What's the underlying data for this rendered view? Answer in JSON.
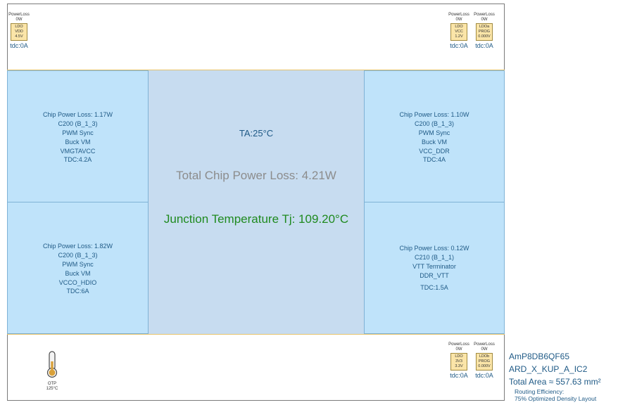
{
  "top_left_component": {
    "power_loss_label": "PowerLoss",
    "power_loss_value": "0W",
    "lines": [
      "LDO",
      "VDD",
      "4.5V"
    ],
    "tdc": "tdc:0A"
  },
  "top_right_components": [
    {
      "power_loss_label": "PowerLoss",
      "power_loss_value": "0W",
      "lines": [
        "LDO",
        "VCC",
        "1.2V"
      ],
      "tdc": "tdc:0A"
    },
    {
      "power_loss_label": "PowerLoss",
      "power_loss_value": "0W",
      "lines": [
        "LDOa",
        "PROG",
        "0.000V"
      ],
      "tdc": "tdc:0A"
    }
  ],
  "bottom_right_components": [
    {
      "power_loss_label": "PowerLoss",
      "power_loss_value": "0W",
      "lines": [
        "LDO",
        "3V3",
        "3.3V"
      ],
      "tdc": "tdc:0A"
    },
    {
      "power_loss_label": "PowerLoss",
      "power_loss_value": "0W",
      "lines": [
        "LDOb",
        "PROG",
        "0.000V"
      ],
      "tdc": "tdc:0A"
    }
  ],
  "quadrants": {
    "top_left": {
      "power_loss": "Chip Power Loss: 1.17W",
      "part": "C200 (B_1_3)",
      "mode": "PWM Sync",
      "type": "Buck VM",
      "rail": "VMGTAVCC",
      "tdc": "TDC:4.2A"
    },
    "top_right": {
      "power_loss": "Chip Power Loss: 1.10W",
      "part": "C200 (B_1_3)",
      "mode": "PWM Sync",
      "type": "Buck VM",
      "rail": "VCC_DDR",
      "tdc": "TDC:4A"
    },
    "bottom_left": {
      "power_loss": "Chip Power Loss: 1.82W",
      "part": "C200 (B_1_3)",
      "mode": "PWM Sync",
      "type": "Buck VM",
      "rail": "VCCO_HDIO",
      "tdc": "TDC:6A"
    },
    "bottom_right": {
      "power_loss": "Chip Power Loss: 0.12W",
      "part": "C210 (B_1_1)",
      "mode": "VTT Terminator",
      "type": "DDR_VTT",
      "tdc": "TDC:1.5A"
    }
  },
  "center": {
    "ta": "TA:25°C",
    "total_power_loss": "Total Chip Power Loss: 4.21W",
    "junction_temp": "Junction Temperature Tj: 109.20°C"
  },
  "otp": {
    "label": "OTP",
    "value": "125°C"
  },
  "info": {
    "part_number": "AmP8DB6QF65",
    "design_name": "ARD_X_KUP_A_IC2",
    "total_area": "Total Area ≈ 557.63 mm²",
    "routing_label": "Routing Efficiency:",
    "routing_value": "75% Optimized Density Layout"
  },
  "colors": {
    "quadrant_fill": "#bfe3fa",
    "center_fill": "#c7dcf0",
    "text_blue": "#1f5a86",
    "junction_green": "#1f8a1f",
    "ldo_fill": "#fbe5a8"
  }
}
